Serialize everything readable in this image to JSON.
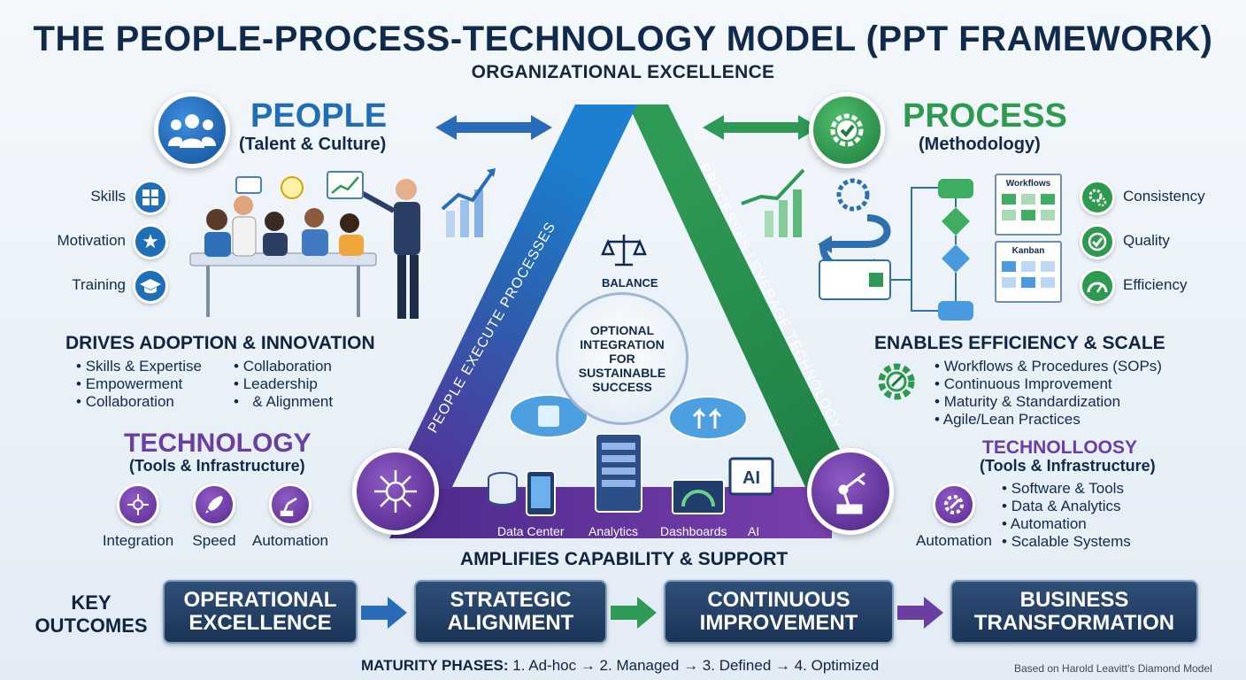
{
  "header": {
    "title": "THE PEOPLE-PROCESS-TECHNOLOGY MODEL (PPT FRAMEWORK)",
    "subtitle": "ORGANIZATIONAL EXCELLENCE"
  },
  "people": {
    "heading": "PEOPLE",
    "subheading": "(Talent & Culture)",
    "icon": "people-group-icon",
    "attributes": [
      {
        "label": "Skills",
        "icon": "puzzle-icon"
      },
      {
        "label": "Motivation",
        "icon": "star-icon"
      },
      {
        "label": "Training",
        "icon": "graduation-cap-icon"
      }
    ],
    "section_title": "DRIVES ADOPTION & INNOVATION",
    "bullets_col1": [
      "Skills & Expertise",
      "Empowerment",
      "Collaboration"
    ],
    "bullets_col2": [
      "Collaboration",
      "Leadership",
      "& Alignment"
    ],
    "color": "#1f6fb8"
  },
  "process": {
    "heading": "PROCESS",
    "subheading": "(Methodology)",
    "icon": "gear-check-icon",
    "attributes": [
      {
        "label": "Consistency",
        "icon": "gears-icon"
      },
      {
        "label": "Quality",
        "icon": "check-icon"
      },
      {
        "label": "Efficiency",
        "icon": "gauge-icon"
      }
    ],
    "diagram_labels": {
      "workflows": "Workflows",
      "kanban": "Kanban"
    },
    "section_title": "ENABLES EFFICIENCY & SCALE",
    "bullets": [
      "Workflows & Procedures (SOPs)",
      "Continuous Improvement",
      "Maturity & Standardization",
      "Agile/Lean Practices"
    ],
    "color": "#2e9a4f"
  },
  "technology_left": {
    "heading": "TECHNOLOGY",
    "subheading": "(Tools & Infrastructure)",
    "items": [
      {
        "label": "Integration",
        "icon": "network-icon"
      },
      {
        "label": "Speed",
        "icon": "rocket-icon"
      },
      {
        "label": "Automation",
        "icon": "robot-arm-icon"
      }
    ],
    "color": "#6b3fa0"
  },
  "technology_right": {
    "heading": "TECHNOLLOOSY",
    "subheading": "(Tools & Infrastructure)",
    "item_label": "Automation",
    "item_icon": "gear-wrench-icon",
    "bullets": [
      "Software & Tools",
      "Data & Analytics",
      "Automation",
      "Scalable Systems"
    ]
  },
  "triangle": {
    "left_side": "PEOPLE EXECUTE PROCESSES",
    "right_side": "PROCESSES LEVERAGE TECHNOLOGY",
    "balance": "BALANCE",
    "center_lines": [
      "OPTIONAL",
      "INTEGRATION",
      "FOR",
      "SUSTAINABLE",
      "SUCCESS"
    ],
    "bottom_labels": [
      "Data Center",
      "Analytics",
      "Dashboards",
      "AI"
    ],
    "ai_badge": "AI",
    "bottom_caption": "AMPLIFIES CAPABILITY & SUPPORT"
  },
  "outcomes": {
    "label_lines": [
      "KEY",
      "OUTCOMES"
    ],
    "boxes": [
      {
        "line1": "OPERATIONAL",
        "line2": "EXCELLENCE"
      },
      {
        "line1": "STRATEGIC",
        "line2": "ALIGNMENT"
      },
      {
        "line1": "CONTINUOUS",
        "line2": "IMPROVEMENT"
      },
      {
        "line1": "BUSINESS",
        "line2": "TRANSFORMATION"
      }
    ]
  },
  "footer": {
    "maturity_label": "MATURITY PHASES:",
    "maturity_text": "1. Ad-hoc → 2. Managed → 3. Defined → 4. Optimized",
    "credit": "Based on Harold Leavitt's Diamond Model"
  }
}
